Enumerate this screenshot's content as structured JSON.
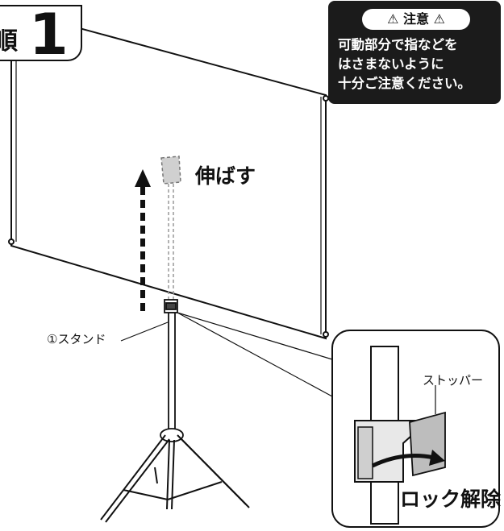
{
  "step": {
    "kanji": "順",
    "number": "1"
  },
  "caution": {
    "title": "注意",
    "lines": [
      "可動部分で指などを",
      "はさまないように",
      "十分ご注意ください。"
    ]
  },
  "labels": {
    "extend": "伸ばす",
    "stand": "①スタンド",
    "stopper": "ストッパー",
    "unlock": "ロック解除"
  }
}
